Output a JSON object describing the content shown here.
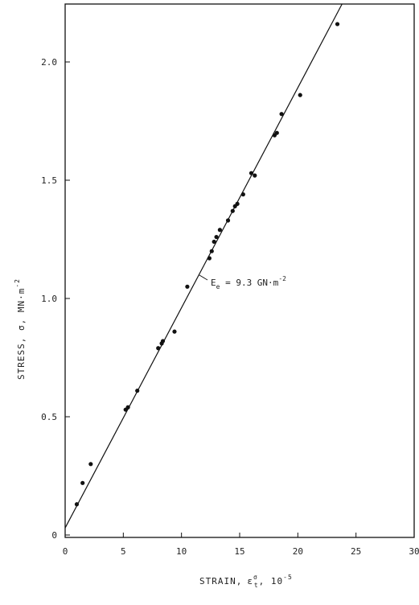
{
  "chart_data": {
    "type": "scatter",
    "xlabel": "STRAIN,",
    "xlabel_symbol": "ε",
    "xlabel_sup": "σ",
    "xlabel_sub": "t",
    "xlabel_tail": ", 10",
    "xlabel_exp": "-5",
    "ylabel": "STRESS, σ, MN·m",
    "ylabel_exp": "-2",
    "xlim": [
      0,
      30
    ],
    "ylim": [
      0,
      2.25
    ],
    "x_ticks": [
      0,
      5,
      10,
      15,
      20,
      25,
      30
    ],
    "x_tick_labels": [
      "0",
      "5",
      "10",
      "15",
      "20",
      "25",
      "30"
    ],
    "y_ticks": [
      0,
      0.5,
      1.0,
      1.5,
      2.0
    ],
    "y_tick_labels": [
      "0",
      "0.5",
      "1.0",
      "1.5",
      "2.0"
    ],
    "grid": false,
    "annotation": {
      "text": "E",
      "sub": "e",
      "rest": " = 9.3 GN·m",
      "exp": "-2",
      "anchor": [
        11.5,
        1.1
      ]
    },
    "series": [
      {
        "kind": "points",
        "x": [
          1.0,
          1.5,
          2.2,
          5.2,
          5.4,
          6.2,
          8.0,
          8.3,
          8.4,
          9.4,
          10.5,
          12.4,
          12.6,
          12.8,
          13.0,
          13.3,
          14.0,
          14.4,
          14.6,
          14.8,
          15.3,
          16.0,
          16.3,
          18.0,
          18.2,
          18.6,
          20.2,
          23.4
        ],
        "y": [
          0.13,
          0.22,
          0.3,
          0.53,
          0.54,
          0.61,
          0.79,
          0.81,
          0.82,
          0.86,
          1.05,
          1.17,
          1.2,
          1.24,
          1.26,
          1.29,
          1.33,
          1.37,
          1.39,
          1.4,
          1.44,
          1.53,
          1.52,
          1.69,
          1.7,
          1.78,
          1.86,
          2.16
        ]
      },
      {
        "kind": "fit-line",
        "x": [
          0,
          23.8
        ],
        "y": [
          0.03,
          2.25
        ]
      }
    ]
  }
}
